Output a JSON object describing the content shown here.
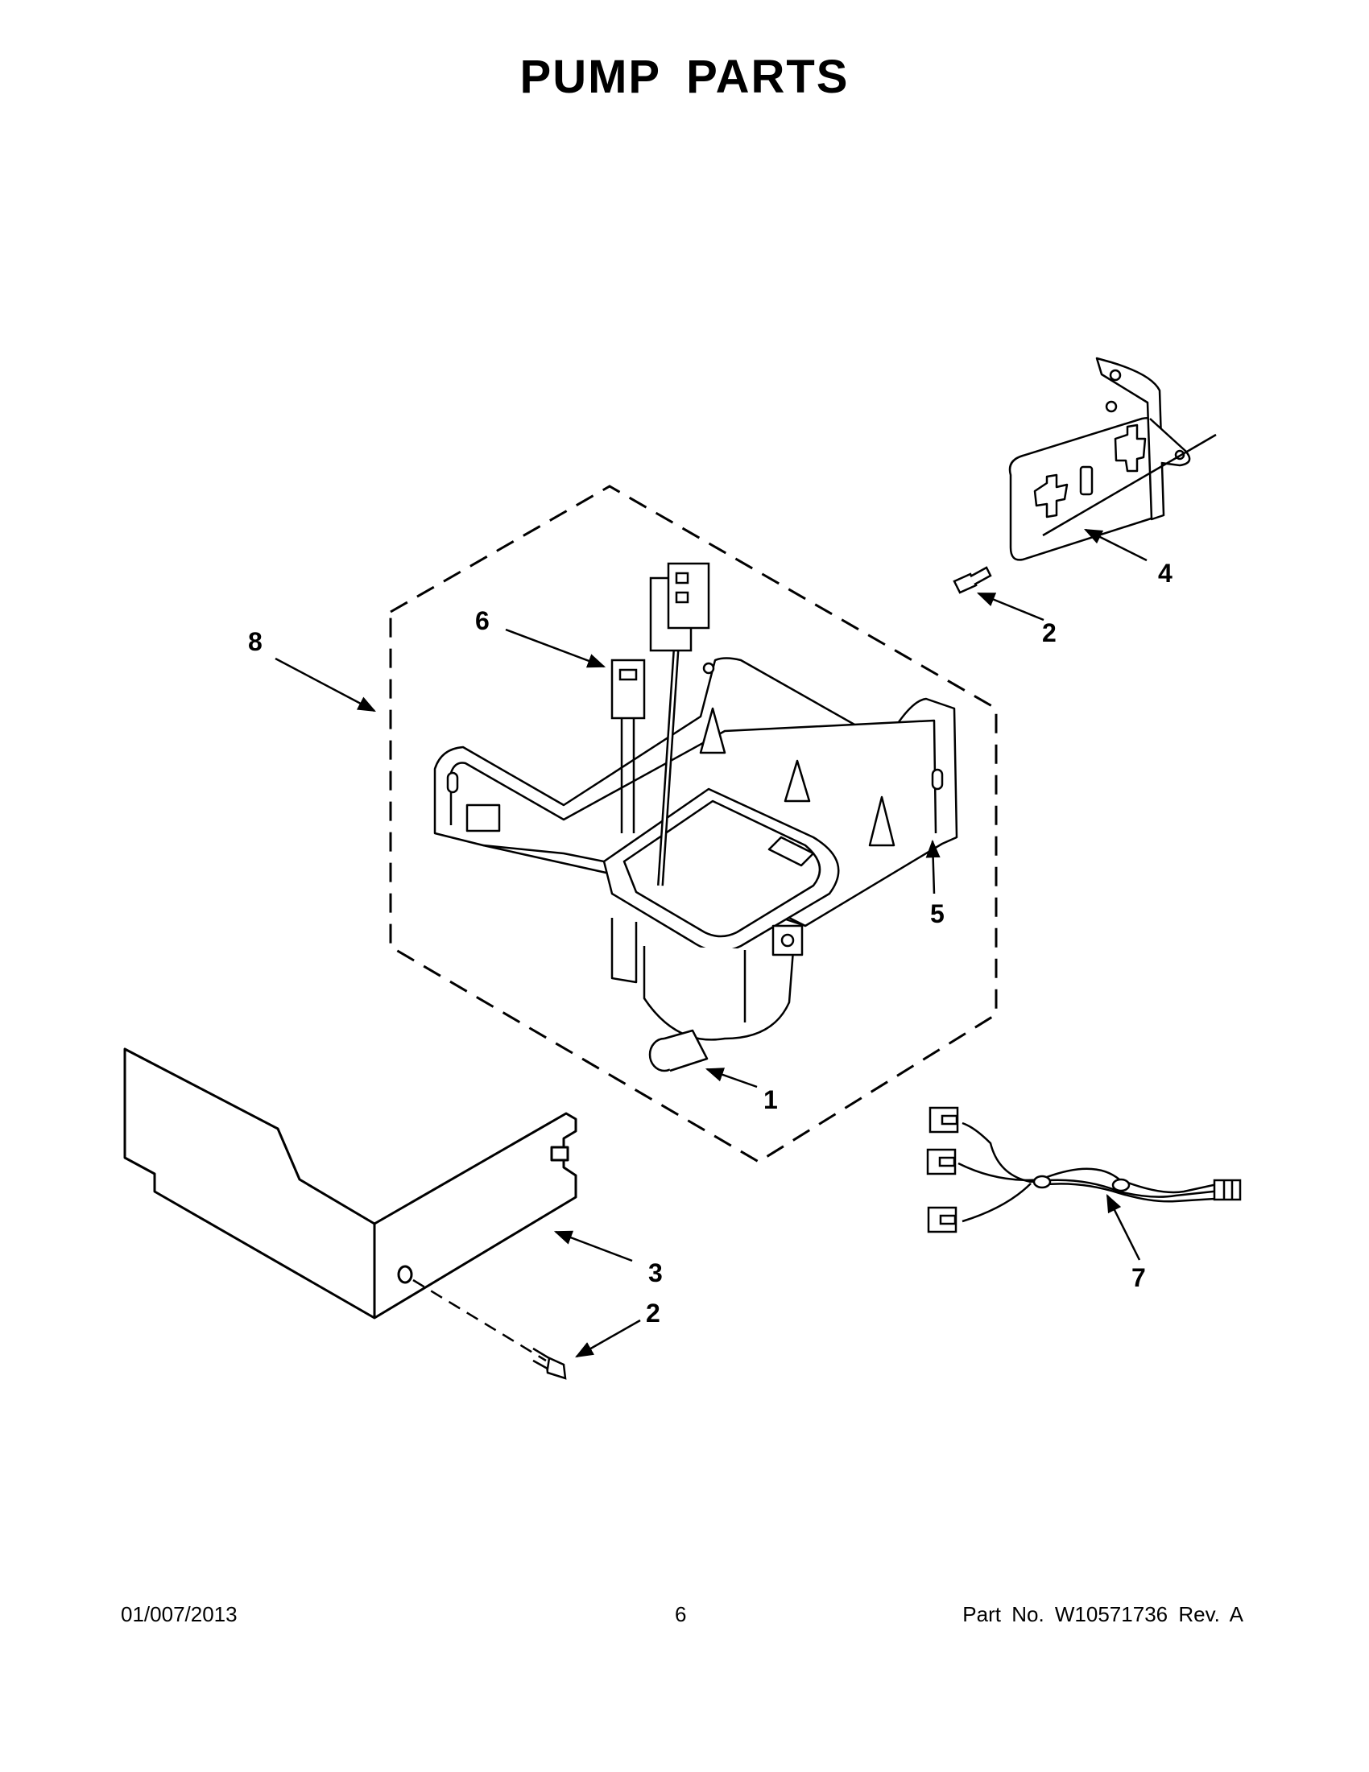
{
  "page": {
    "title": "PUMP PARTS"
  },
  "callouts": {
    "c1": "1",
    "c2a": "2",
    "c2b": "2",
    "c3": "3",
    "c4": "4",
    "c5": "5",
    "c6": "6",
    "c7": "7",
    "c8": "8"
  },
  "footer": {
    "date": "01/007/2013",
    "page_number": "6",
    "part_number": "Part No. W10571736 Rev. A"
  }
}
